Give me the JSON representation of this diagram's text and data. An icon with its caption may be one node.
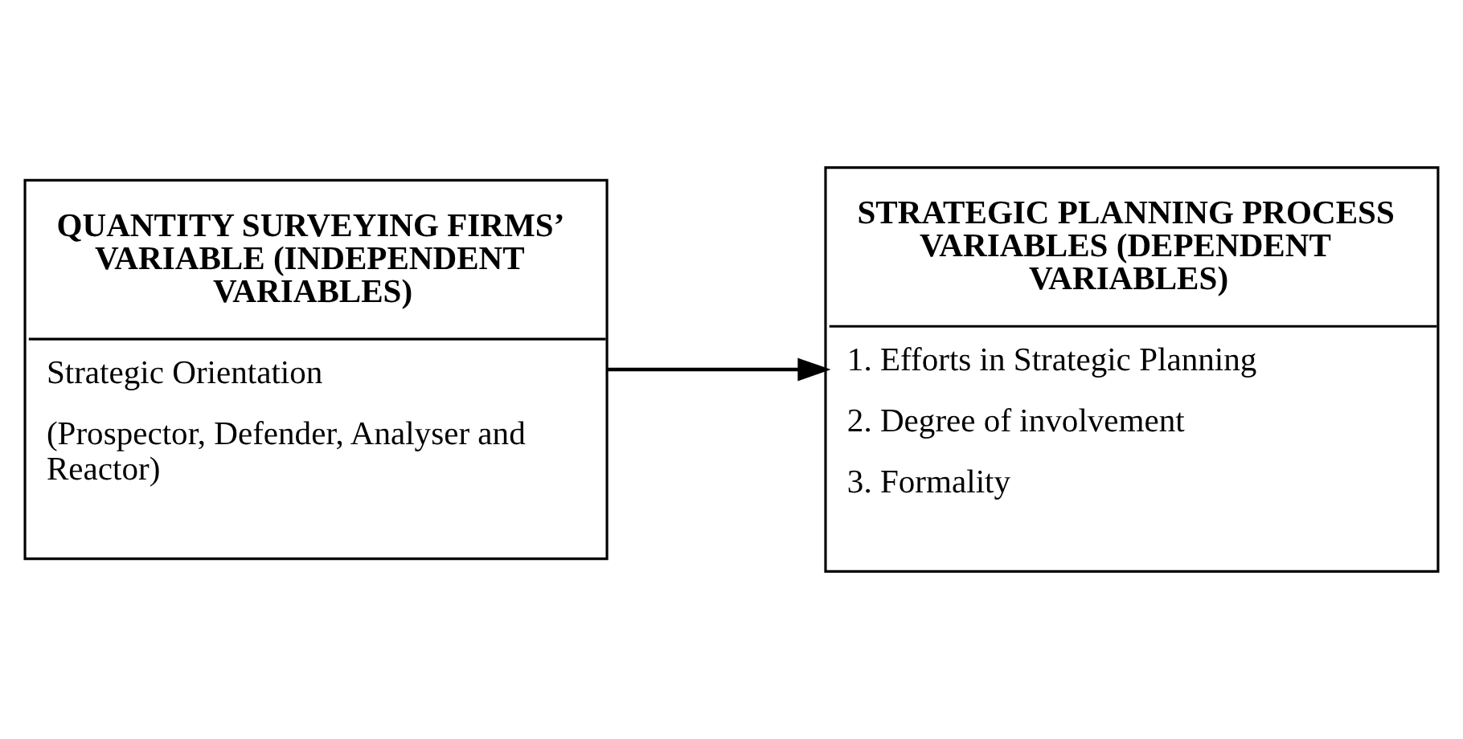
{
  "diagram": {
    "nodes": [
      {
        "text": [
          "QUANTITY SURVEYING FIRMS’ VARIABLE (INDEPENDENT VARIABLES)",
          "Strategic Orientation",
          "(Prospector, Defender, Analyser and Reactor)"
        ]
      },
      {
        "text": [
          "STRATEGIC PLANNING PROCESS VARIABLES (DEPENDENT VARIABLES)",
          "1. Efforts in Strategic Planning",
          "2. Degree of involvement",
          "3. Formality"
        ]
      }
    ],
    "edges": [
      {
        "from": 0,
        "to": 1,
        "arrow": "to"
      }
    ]
  }
}
